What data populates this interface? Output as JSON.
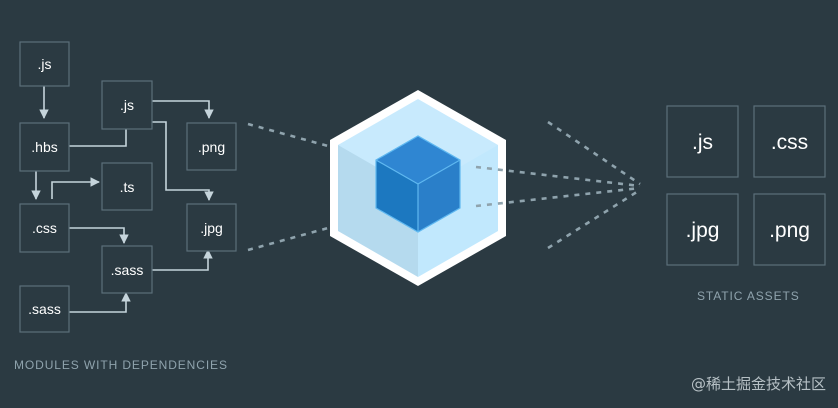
{
  "modules": {
    "caption": "MODULES WITH DEPENDENCIES",
    "files": {
      "js_top": ".js",
      "hbs": ".hbs",
      "css": ".css",
      "sass_bottom": ".sass",
      "js_mid": ".js",
      "ts": ".ts",
      "sass_mid": ".sass",
      "png": ".png",
      "jpg": ".jpg"
    }
  },
  "bundler": {
    "logo": "cube-icon"
  },
  "assets": {
    "caption": "STATIC ASSETS",
    "files": {
      "js": ".js",
      "css": ".css",
      "jpg": ".jpg",
      "png": ".png"
    }
  },
  "watermark": "@稀土掘金技术社区",
  "colors": {
    "background": "#2b3a42",
    "box_border": "#5b6f7a",
    "cube_outer": "#8ed6fb",
    "cube_inner": "#1c78c0",
    "connector": "#c5d4db",
    "caption": "#8fa3ad"
  }
}
